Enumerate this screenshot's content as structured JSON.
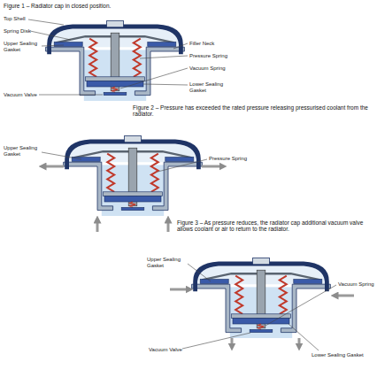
{
  "diagram": {
    "labels": [
      "Figure 1 – Radiator cap in closed position.",
      "Top Shell",
      "Spring Disk",
      "Upper Sealing Gasket",
      "Filler Neck",
      "Pressure Spring",
      "Vacuum Spring",
      "Vacuum Valve",
      "Lower Sealing Gasket",
      "Figure 2 – Pressure has exceeded the rated pressure releasing pressurised coolant from the radiator.",
      "Upper Sealing Gasket",
      "Pressure Spring",
      "Figure 3 – As pressure reduces, the radiator cap additional vacuum valve allows coolant or air to return to the radiator.",
      "Upper Sealing Gasket",
      "Vacuum Spring",
      "Vacuum Valve",
      "Lower Sealing Gasket"
    ]
  }
}
